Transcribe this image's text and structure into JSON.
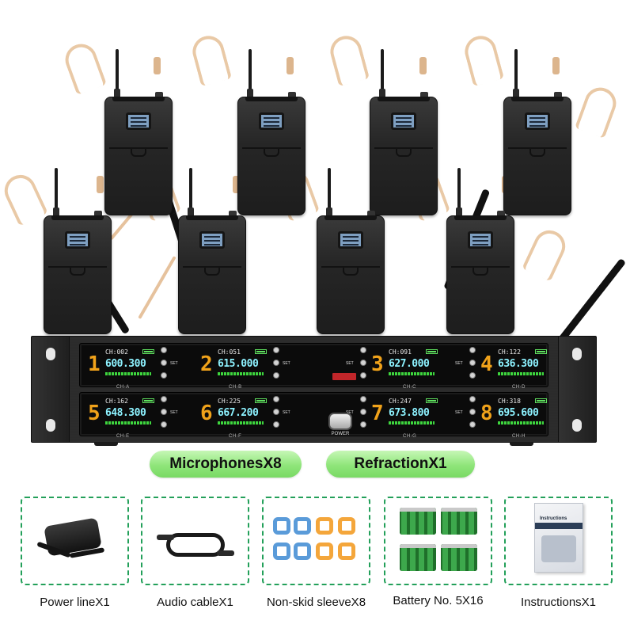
{
  "receiver": {
    "channels": [
      {
        "number": "1",
        "channel": "CH:002",
        "frequency": "600.300",
        "label": "CH-A"
      },
      {
        "number": "2",
        "channel": "CH:051",
        "frequency": "615.000",
        "label": "CH-B"
      },
      {
        "number": "3",
        "channel": "CH:091",
        "frequency": "627.000",
        "label": "CH-C"
      },
      {
        "number": "4",
        "channel": "CH:122",
        "frequency": "636.300",
        "label": "CH-D"
      },
      {
        "number": "5",
        "channel": "CH:162",
        "frequency": "648.300",
        "label": "CH-E"
      },
      {
        "number": "6",
        "channel": "CH:225",
        "frequency": "667.200",
        "label": "CH-F"
      },
      {
        "number": "7",
        "channel": "CH:247",
        "frequency": "673.800",
        "label": "CH-G"
      },
      {
        "number": "8",
        "channel": "CH:318",
        "frequency": "695.600",
        "label": "CH-H"
      }
    ],
    "button_labels": {
      "set": "SET"
    },
    "power_label": "POWER"
  },
  "pills": {
    "microphones": "MicrophonesX8",
    "refraction": "RefractionX1"
  },
  "accessories": [
    {
      "label": "Power lineX1",
      "icon": "power-adapter-icon"
    },
    {
      "label": "Audio cableX1",
      "icon": "audio-cable-icon"
    },
    {
      "label": "Non-skid sleeveX8",
      "icon": "sleeve-icon"
    },
    {
      "label": "Battery No. 5X16",
      "icon": "battery-icon"
    },
    {
      "label": "InstructionsX1",
      "icon": "booklet-icon"
    }
  ],
  "booklet_title": "Instructions",
  "colors": {
    "pill_green": "#8fe57a",
    "box_border": "#23a05a",
    "digit_orange": "#f0a21a",
    "lcd_cyan": "#8df2ff"
  }
}
